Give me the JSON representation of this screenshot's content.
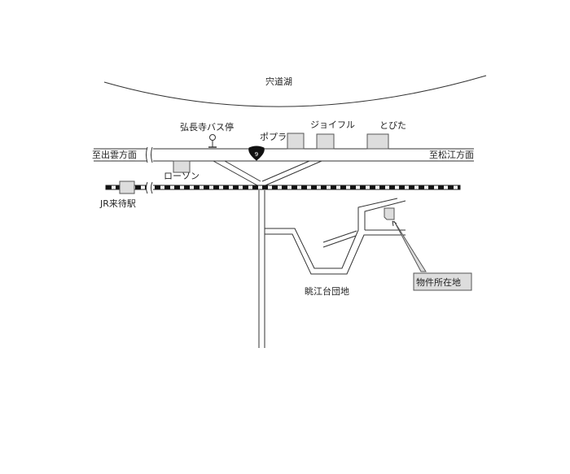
{
  "lake": {
    "label": "宍道湖"
  },
  "directions": {
    "west": "至出雲方面",
    "east": "至松江方面"
  },
  "route": {
    "number": "9"
  },
  "bus_stop": {
    "label": "弘長寺バス停"
  },
  "stores": {
    "lawson": "ローソン",
    "poplar": "ポプラ",
    "joyful": "ジョイフル",
    "tobita": "とびた"
  },
  "station": {
    "label": "JR来待駅"
  },
  "housing": {
    "label": "眺江台団地"
  },
  "property": {
    "label": "物件所在地"
  },
  "colors": {
    "building": "#dddddd",
    "line": "#333333"
  }
}
